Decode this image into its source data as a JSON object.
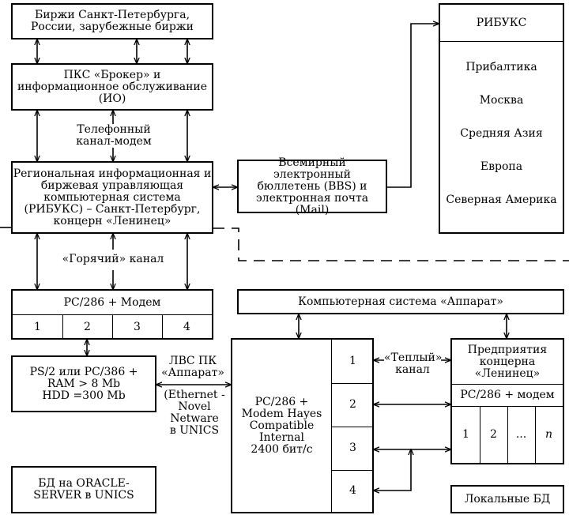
{
  "blocks": {
    "exchanges": "Биржи Санкт-Петербурга,\nРоссии, зарубежные биржи",
    "pks": "ПКС «Брокер» и\nинформационное обслуживание\n(ИО)",
    "ribuks_main": "Региональная информационная и\nбиржевая управляющая\nкомпьютерная система\n(РИБУКС) – Санкт-Петербург,\nконцерн «Ленинец»",
    "bbs": "Всемирный электронный\nбюллетень (BBS) и\nэлектронная почта\n(Mail)",
    "ribuks_regions": {
      "title": "РИБУКС",
      "items": [
        "Прибалтика",
        "Москва",
        "Средняя Азия",
        "Европа",
        "Северная Америка"
      ]
    },
    "pc286_modem": {
      "title": "PC/286 + Модем",
      "ports": [
        "1",
        "2",
        "3",
        "4"
      ]
    },
    "ps2": "PS/2 или PC/386 +\nRAM > 8 Mb\nHDD =300 Mb",
    "oracle": "БД на ORACLE-\nSERVER в UNICS",
    "apparat_system": "Компьютерная система «Аппарат»",
    "apparat_pc": {
      "title": "PC/286 +\nModem Hayes\nCompatible\nInternal\n2400 бит/с",
      "ports": [
        "1",
        "2",
        "3",
        "4"
      ]
    },
    "enterprises": {
      "title": "Предприятия\nконцерна\n«Ленинец»",
      "sub": "PC/286 + модем",
      "ports": [
        "1",
        "2",
        "...",
        "n"
      ]
    },
    "local_db": "Локальные БД"
  },
  "labels": {
    "phone": "Телефонный\nканал-модем",
    "hot": "«Горячий» канал",
    "lan": "ЛВС ПК\n«Аппарат»",
    "ethernet": "(Ethernet -\nNovel Netware\nв UNICS",
    "warm": "«Теплый»\nканал"
  }
}
